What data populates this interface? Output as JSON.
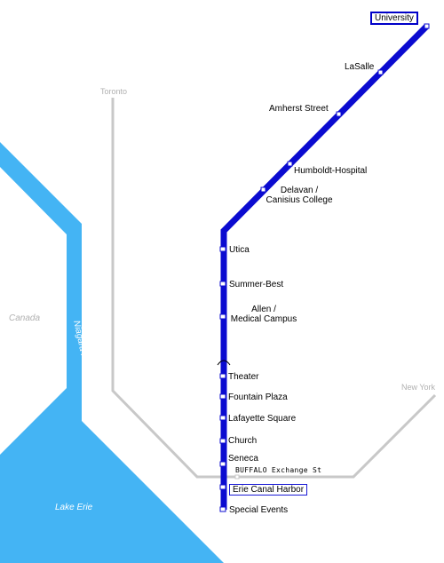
{
  "colors": {
    "line": "#0b0bd0",
    "water": "#44b4f4",
    "rail": "#c8c8c8",
    "station_fill": "#ffffff"
  },
  "places": {
    "toronto": "Toronto",
    "new_york": "New York",
    "canada": "Canada",
    "niagara_river": "Niagara River",
    "lake_erie": "Lake Erie"
  },
  "stations": {
    "university": "University",
    "lasalle": "LaSalle",
    "amherst": "Amherst Street",
    "humboldt": "Humboldt-Hospital",
    "delavan_1": "Delavan /",
    "delavan_2": "Canisius College",
    "utica": "Utica",
    "summer_best": "Summer-Best",
    "allen_1": "Allen /",
    "allen_2": "Medical Campus",
    "theater": "Theater",
    "fountain": "Fountain Plaza",
    "lafayette": "Lafayette Square",
    "church": "Church",
    "seneca": "Seneca",
    "buffalo_exchange": "BUFFALO Exchange St",
    "erie_canal": "Erie Canal Harbor",
    "special_events": "Special Events"
  }
}
